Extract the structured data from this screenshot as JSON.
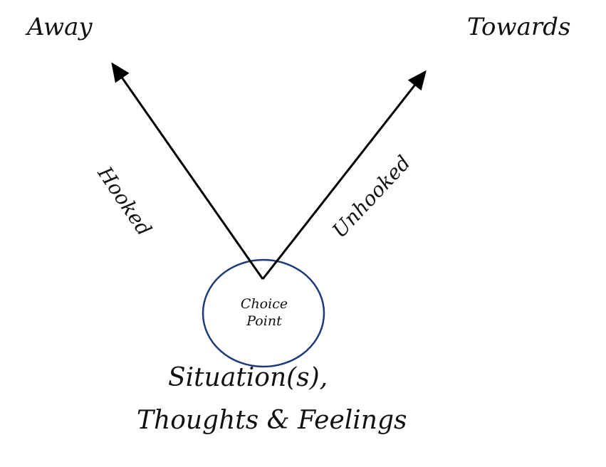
{
  "labels": {
    "away": "Away",
    "towards": "Towards",
    "hooked": "Hooked",
    "unhooked": "Unhooked",
    "choice_point_line1": "Choice",
    "choice_point_line2": "Point",
    "situation": "Situation(s),",
    "thoughts_feelings": "Thoughts & Feelings"
  },
  "colors": {
    "arrow": "#000000",
    "circle": "#1f3a78",
    "text": "#111111"
  }
}
